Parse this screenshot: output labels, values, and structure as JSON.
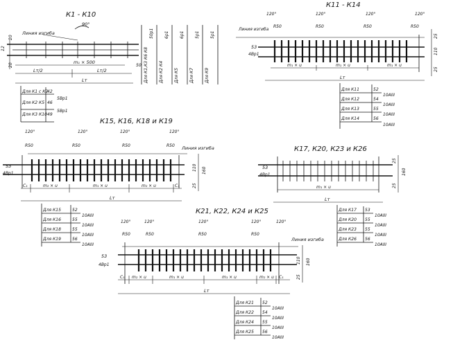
{
  "diagrams": {
    "d1": {
      "title": "К1 - К10",
      "angle": "90°",
      "bend_line": "Линия изгиба",
      "dims": {
        "left_a": "12",
        "left_b": "20",
        "left_c": "20",
        "half": "Lт/2",
        "mid": "m₁ × 500",
        "len": "Lт",
        "right": "50"
      },
      "table": [
        {
          "label": "Для К1 с К2",
          "value": "42"
        },
        {
          "label": "Для К2 К5",
          "value": "46"
        },
        {
          "label": "Для К3 К10",
          "value": "49"
        }
      ],
      "bar_grades": [
        "5Вр1",
        "5Вр1"
      ],
      "vertical_labels": [
        {
          "label": "Для К1,К3 К6 К8",
          "value": "50р1"
        },
        {
          "label": "Для К2 К4",
          "value": "6р1"
        },
        {
          "label": "Для К5",
          "value": "6р1"
        },
        {
          "label": "Для К7",
          "value": "5р1"
        },
        {
          "label": "Для К9",
          "value": "5р1"
        }
      ]
    },
    "d2": {
      "title": "К11 - К14",
      "angles": [
        "120°",
        "120°",
        "120°",
        "120°"
      ],
      "radii": [
        "R50",
        "R50",
        "R50",
        "R50"
      ],
      "bend_line": "Линия изгиба",
      "bar": {
        "num": "53",
        "grade": "4Вр1"
      },
      "dims": {
        "seg1": "m₁ × u",
        "seg2": "m₁ × u",
        "seg3": "m₁ × u",
        "len": "Lт",
        "h1": "110",
        "h2": "25",
        "h3": "25"
      },
      "table": [
        {
          "label": "Для К11",
          "value": "52",
          "grade": ""
        },
        {
          "label": "Для К12",
          "value": "54",
          "grade": "10АIII"
        },
        {
          "label": "Для К13",
          "value": "55",
          "grade": "10АIII"
        },
        {
          "label": "Для К14",
          "value": "56",
          "grade": "10АIII"
        }
      ]
    },
    "d3": {
      "title": "К15, К16, К18 и К19",
      "angles": [
        "120°",
        "120°",
        "120°",
        "120°"
      ],
      "radii": [
        "R50",
        "R50",
        "R50",
        "R50"
      ],
      "bend_line": "Линия изгиба",
      "bar": {
        "num": "53",
        "grade": "4Вр1"
      },
      "dims": {
        "seg1": "m₂ × u",
        "seg2": "m₁ × u",
        "seg3": "m₂ × u",
        "len": "Lт",
        "c1": "C₁",
        "c2": "C₁",
        "h1": "110",
        "h2": "160",
        "h3": "25"
      },
      "table": [
        {
          "label": "Для К15",
          "value": "52",
          "grade": ""
        },
        {
          "label": "Для К16",
          "value": "55",
          "grade": "10АIII"
        },
        {
          "label": "Для К18",
          "value": "55",
          "grade": "10АIII"
        },
        {
          "label": "Для К19",
          "value": "56",
          "grade": "10АIII"
        }
      ]
    },
    "d4": {
      "title": "К17, К20, К23 и К26",
      "bar": {
        "num": "53",
        "grade": "4Вр1"
      },
      "dims": {
        "seg": "m₁ × u",
        "len": "Lт",
        "h1": "25",
        "h2": "160",
        "h3": "25"
      },
      "table": [
        {
          "label": "Для К17",
          "value": "53",
          "grade": "10АIII"
        },
        {
          "label": "Для К20",
          "value": "55",
          "grade": "10АIII"
        },
        {
          "label": "Для К23",
          "value": "55",
          "grade": "10АIII"
        },
        {
          "label": "Для К26",
          "value": "56",
          "grade": "10АIII"
        }
      ]
    },
    "d5": {
      "title": "К21, К22, К24 и К25",
      "angles": [
        "120°",
        "120°",
        "120°",
        "120°",
        "120°"
      ],
      "radii": [
        "R50",
        "R50",
        "R50",
        "R50"
      ],
      "bend_line": "Линия изгиба",
      "bar": {
        "num": "53",
        "grade": "4Вр1"
      },
      "dims": {
        "seg1": "m₂ × u",
        "seg2": "m₁ × u",
        "seg3": "m₁ × u",
        "seg4": "m₂ × u",
        "len": "Lт",
        "c1": "C₁",
        "c2": "C₁",
        "h1": "110",
        "h2": "160",
        "h3": "25"
      },
      "table": [
        {
          "label": "Для К21",
          "value": "52",
          "grade": ""
        },
        {
          "label": "Для К22",
          "value": "54",
          "grade": "10АIII"
        },
        {
          "label": "Для К24",
          "value": "55",
          "grade": "10АIII"
        },
        {
          "label": "Для К25",
          "value": "56",
          "grade": "10АIII"
        }
      ]
    }
  }
}
